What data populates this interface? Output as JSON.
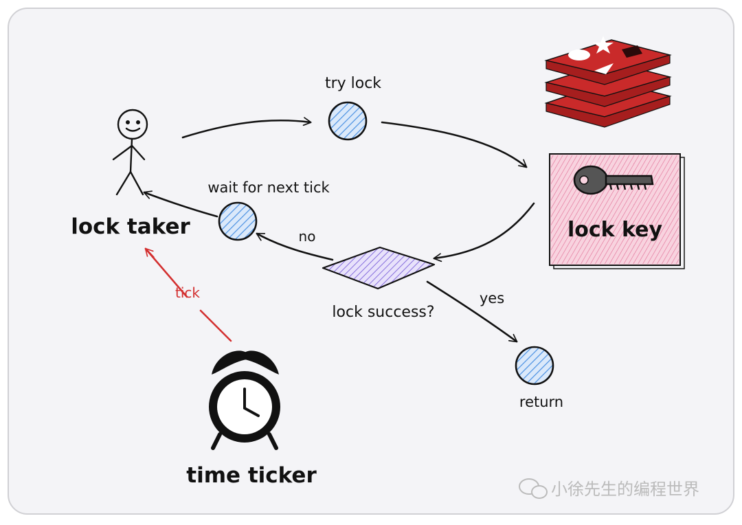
{
  "labels": {
    "try_lock": "try lock",
    "wait_for_next_tick": "wait for next tick",
    "lock_taker": "lock taker",
    "no": "no",
    "yes": "yes",
    "tick": "tick",
    "lock_success": "lock success?",
    "lock_key": "lock key",
    "return": "return",
    "time_ticker": "time ticker"
  },
  "watermark": {
    "text": "小徐先生的编程世界"
  },
  "colors": {
    "background": "#f4f4f7",
    "border": "#d0d0d4",
    "node_blue": "#4a90e2",
    "diamond_purple": "#7b61d9",
    "lock_key_red": "#d6336c",
    "redis_red": "#c92a2a",
    "tick_red": "#d32f2f",
    "ink": "#111111"
  },
  "icons": [
    "stick-figure-icon",
    "alarm-clock-icon",
    "redis-logo-icon",
    "key-icon",
    "wechat-icon"
  ]
}
